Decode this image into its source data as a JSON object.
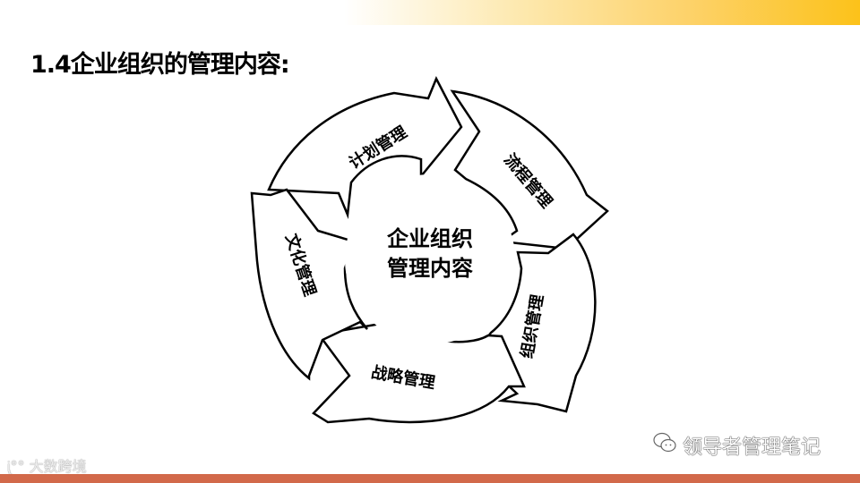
{
  "slide": {
    "title": "1.4企业组织的管理内容:",
    "accent_top_color": "#fcc21a",
    "accent_bottom_color": "#d2694a"
  },
  "diagram": {
    "type": "cycle",
    "center": {
      "line1": "企业组织",
      "line2": "管理内容"
    },
    "segments": [
      {
        "label": "计划管理"
      },
      {
        "label": "流程管理"
      },
      {
        "label": "组织管理"
      },
      {
        "label": "战略管理"
      },
      {
        "label": "文化管理"
      }
    ]
  },
  "watermarks": {
    "left": "大数跨境",
    "right": "领导者管理笔记",
    "right_icon": "wechat-icon"
  }
}
